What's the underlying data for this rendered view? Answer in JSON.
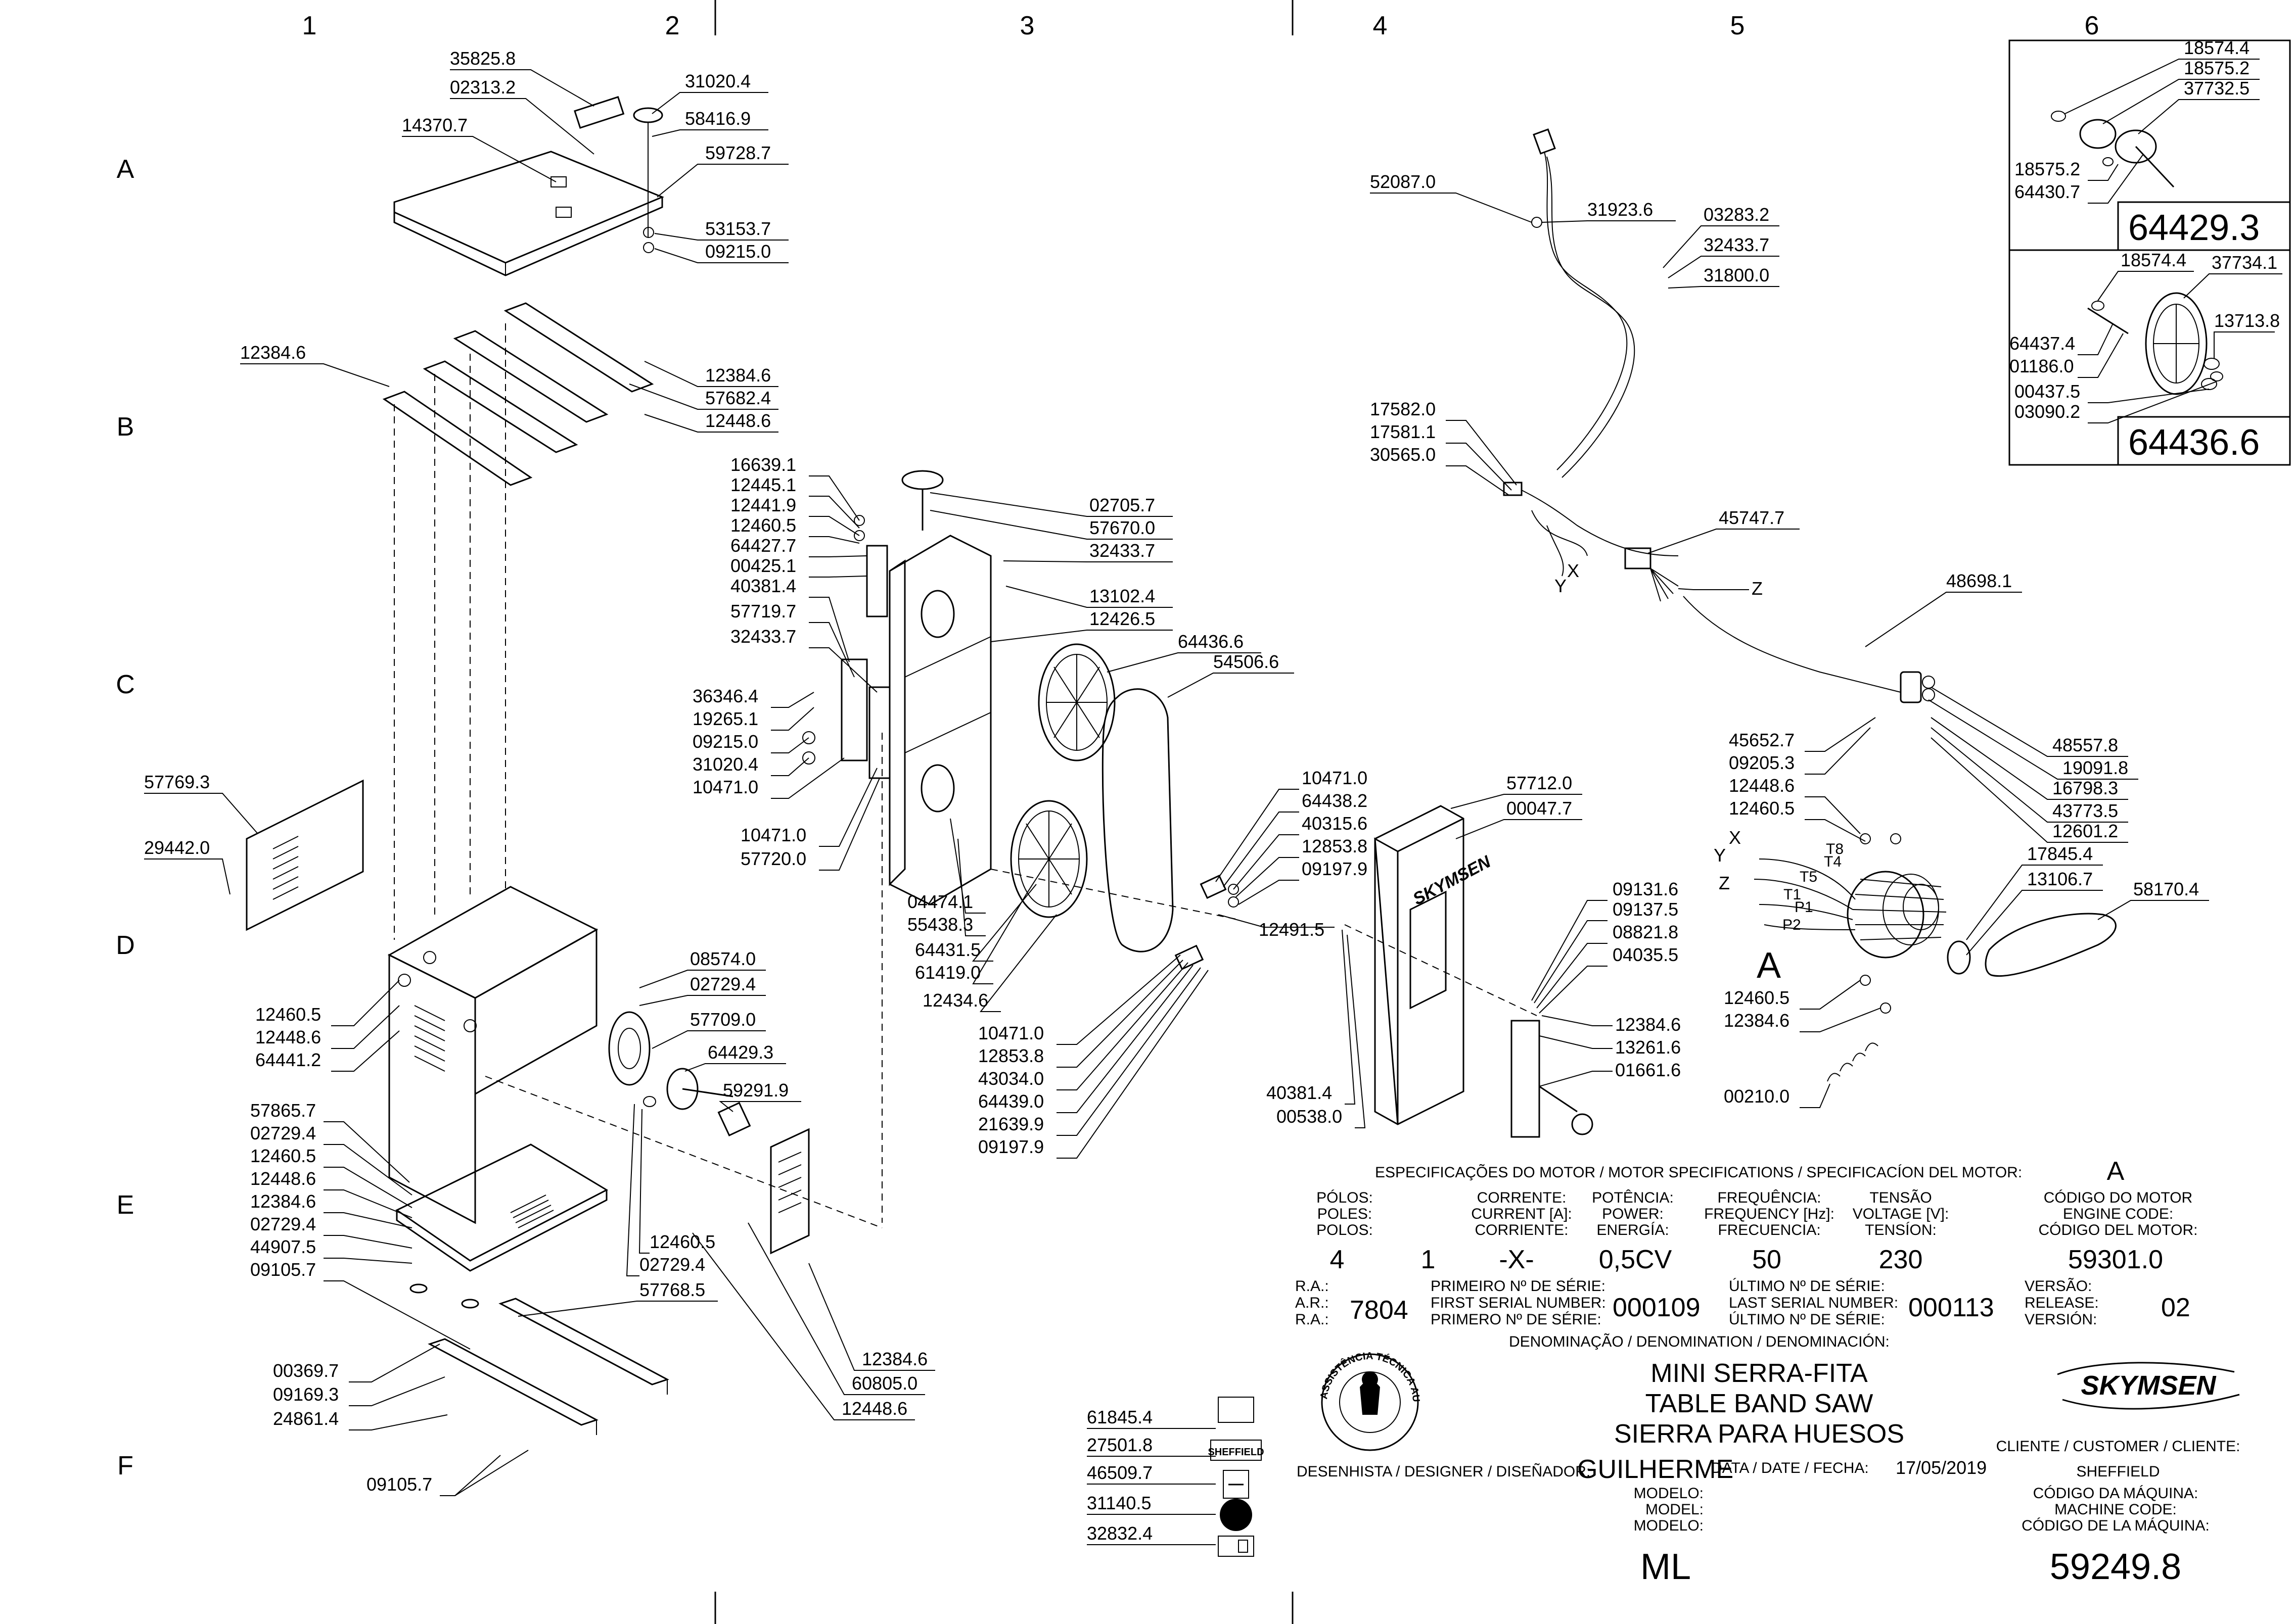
{
  "grid": {
    "columns": [
      "1",
      "2",
      "3",
      "4",
      "5",
      "6"
    ],
    "rows": [
      "A",
      "B",
      "C",
      "D",
      "E",
      "F"
    ]
  },
  "callouts": {
    "top_left": [
      "35825.8",
      "02313.2",
      "31020.4",
      "58416.9",
      "14370.7",
      "59728.7",
      "53153.7",
      "09215.0"
    ],
    "rails": [
      "12384.6",
      "12384.6",
      "57682.4",
      "12448.6"
    ],
    "guide": [
      "16639.1",
      "12445.1",
      "12441.9",
      "12460.5",
      "64427.7",
      "00425.1",
      "40381.4",
      "57719.7",
      "32433.7",
      "36346.4",
      "19265.1",
      "09215.0",
      "31020.4",
      "10471.0",
      "10471.0",
      "57720.0"
    ],
    "frame": [
      "02705.7",
      "57670.0",
      "32433.7",
      "13102.4",
      "12426.5",
      "64436.6",
      "54506.6",
      "04474.1",
      "55438.3",
      "64431.5",
      "61419.0",
      "12434.6"
    ],
    "lower_guide": [
      "10471.0",
      "64438.2",
      "40315.6",
      "12853.8",
      "09197.9",
      "12491.5",
      "10471.0",
      "12853.8",
      "43034.0",
      "64439.0",
      "21639.9",
      "09197.9"
    ],
    "left_panel": [
      "57769.3",
      "29442.0",
      "12460.5",
      "12448.6",
      "64441.2"
    ],
    "pulley": [
      "08574.0",
      "02729.4",
      "57709.0",
      "64429.3",
      "59291.9",
      "12460.5",
      "02729.4"
    ],
    "base": [
      "57865.7",
      "02729.4",
      "12460.5",
      "12448.6",
      "12384.6",
      "02729.4",
      "44907.5",
      "09105.7",
      "57768.5",
      "12384.6",
      "60805.0",
      "12448.6",
      "00369.7",
      "09169.3",
      "24861.4",
      "09105.7"
    ],
    "labels": [
      "61845.4",
      "27501.8",
      "46509.7",
      "31140.5",
      "32832.4"
    ],
    "column": [
      "57712.0",
      "00047.7",
      "09131.6",
      "09137.5",
      "08821.8",
      "04035.5",
      "12384.6",
      "13261.6",
      "01661.6",
      "40381.4",
      "00538.0"
    ],
    "wiring": [
      "52087.0",
      "31923.6",
      "03283.2",
      "32433.7",
      "31800.0",
      "17582.0",
      "17581.1",
      "30565.0",
      "45747.7",
      "Z",
      "X",
      "Y",
      "48698.1"
    ],
    "motor": [
      "45652.7",
      "09205.3",
      "12448.6",
      "12460.5",
      "48557.8",
      "19091.8",
      "16798.3",
      "43773.5",
      "12601.2",
      "17845.4",
      "13106.7",
      "58170.4",
      "12460.5",
      "12384.6",
      "00210.0"
    ],
    "motor_letters": [
      "X",
      "Y",
      "Z",
      "A",
      "T8",
      "T4",
      "T5",
      "T1",
      "P1",
      "P2"
    ],
    "detail_1": [
      "18574.4",
      "18575.2",
      "37732.5",
      "18575.2",
      "64430.7"
    ],
    "detail_1_code": "64429.3",
    "detail_2": [
      "18574.4",
      "37734.1",
      "13713.8",
      "64437.4",
      "01186.0",
      "00437.5",
      "03090.2"
    ],
    "detail_2_code": "64436.6"
  },
  "logo_text": "SKYMSEN",
  "seal_text": "ASSISTÊNCIA TÉCNICA AUTORIZADA",
  "sheffield_sticker": "SHEFFIELD",
  "title_block": {
    "spec_heading": "ESPECIFICAÇÕES DO MOTOR / MOTOR SPECIFICATIONS / SPECIFICACÍON DEL MOTOR:",
    "motor_code_letter": "A",
    "poles_label": [
      "PÓLOS:",
      "POLES:",
      "POLOS:"
    ],
    "current_label": [
      "CORRENTE:",
      "CURRENT [A]:",
      "CORRIENTE:"
    ],
    "power_label": [
      "POTÊNCIA:",
      "POWER:",
      "ENERGÍA:"
    ],
    "frequency_label": [
      "FREQUÊNCIA:",
      "FREQUENCY [Hz]:",
      "FRECUENCIA:"
    ],
    "voltage_label": [
      "TENSÃO",
      "VOLTAGE [V]:",
      "TENSÍON:"
    ],
    "motor_code_label": [
      "CÓDIGO DO MOTOR",
      "ENGINE CODE:",
      "CÓDIGO DEL MOTOR:"
    ],
    "poles": "4",
    "phase": "1",
    "current": "-X-",
    "power": "0,5CV",
    "frequency": "50",
    "voltage": "230",
    "motor_code": "59301.0",
    "ra_label": [
      "R.A.:",
      "A.R.:",
      "R.A.:"
    ],
    "ra": "7804",
    "first_serial_label": [
      "PRIMEIRO Nº DE SÉRIE:",
      "FIRST SERIAL NUMBER:",
      "PRIMERO Nº DE SÉRIE:"
    ],
    "first_serial": "000109",
    "last_serial_label": [
      "ÚLTIMO Nº DE SÉRIE:",
      "LAST SERIAL NUMBER:",
      "ÚLTIMO Nº DE SÉRIE:"
    ],
    "last_serial": "000113",
    "version_label": [
      "VERSÃO:",
      "RELEASE:",
      "VERSIÓN:"
    ],
    "version": "02",
    "denomination_label": "DENOMINAÇÃO / DENOMINATION / DENOMINACIÓN:",
    "denomination": [
      "MINI SERRA-FITA",
      "TABLE BAND SAW",
      "SIERRA PARA HUESOS"
    ],
    "designer_label": "DESENHISTA / DESIGNER / DISEÑADOR:",
    "designer": "GUILHERME",
    "date_label": "DATA / DATE / FECHA:",
    "date": "17/05/2019",
    "customer_label": "CLIENTE / CUSTOMER / CLIENTE:",
    "customer": "SHEFFIELD",
    "model_label": [
      "MODELO:",
      "MODEL:",
      "MODELO:"
    ],
    "model": "ML",
    "machine_code_label": [
      "CÓDIGO DA MÁQUINA:",
      "MACHINE CODE:",
      "CÓDIGO DE LA MÁQUINA:"
    ],
    "machine_code": "59249.8"
  }
}
